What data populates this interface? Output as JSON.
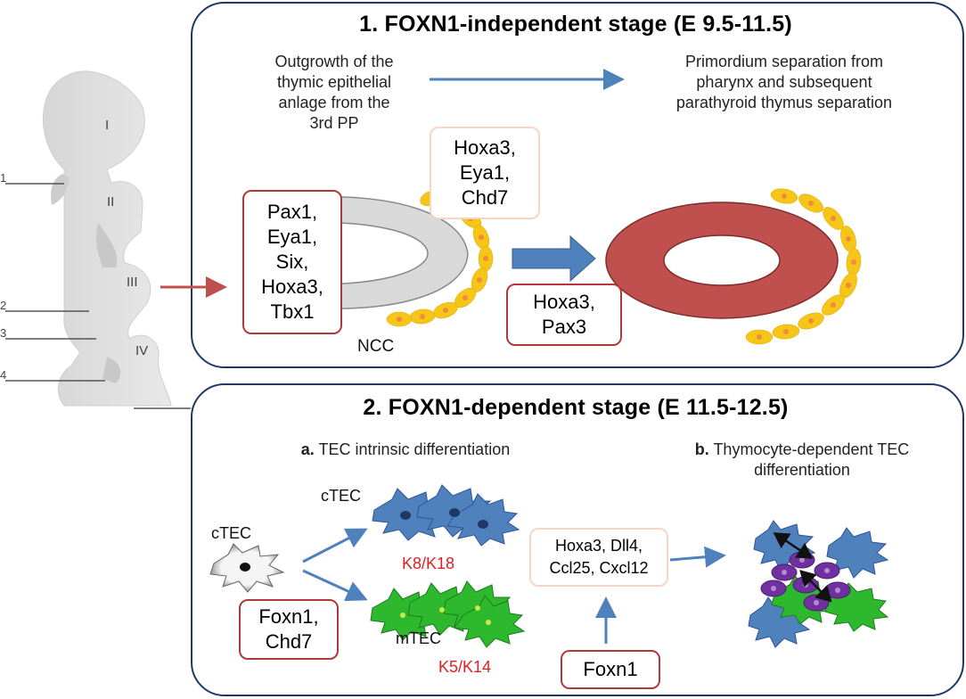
{
  "pharynx": {
    "pouch_numbers": [
      "1",
      "2",
      "3",
      "4"
    ],
    "arch_numerals": [
      "I",
      "II",
      "III",
      "IV"
    ]
  },
  "stage1": {
    "title": "1. FOXN1-independent stage  (E 9.5-11.5)",
    "left_caption": [
      "Outgrowth of the",
      "thymic epithelial",
      "anlage from the",
      "3rd PP"
    ],
    "right_caption": [
      "Primordium  separation from",
      "pharynx and subsequent",
      "parathyroid thymus separation"
    ],
    "genes_main": [
      "Pax1,",
      "Eya1,",
      "Six,",
      "Hoxa3,",
      "Tbx1"
    ],
    "genes_top": [
      "Hoxa3,",
      "Eya1,",
      "Chd7"
    ],
    "genes_arrow": [
      "Hoxa3,",
      "Pax3"
    ],
    "ncc_label": "NCC"
  },
  "stage2": {
    "title": "2. FOXN1-dependent stage (E 11.5-12.5)",
    "subtitle_a_letter": "a.",
    "subtitle_a_text": " TEC intrinsic differentiation",
    "subtitle_b_letter": "b.",
    "subtitle_b_text": " Thymocyte-dependent TEC",
    "subtitle_b_text2": "differentiation",
    "ctec_left_label": "cTEC",
    "ctec_top_label": "cTEC",
    "mtec_label": "mTEC",
    "k8_label": "K8/K18",
    "k5_label": "K5/K14",
    "genes_foxn1_chd7": [
      "Foxn1,",
      "Chd7"
    ],
    "genes_targets": [
      "Hoxa3, Dll4,",
      "Ccl25, Cxcl12"
    ],
    "genes_foxn1": "Foxn1"
  },
  "colors": {
    "panel_border": "#1f3864",
    "arrow_blue": "#4f81bd",
    "arrow_red": "#c0504d",
    "gene_border": "#b03a3a",
    "marker_red": "#e02020",
    "thymus_ring": "#c0504d",
    "ncc_yellow": "#f5c518",
    "ctec_blue": "#4f81bd",
    "mtec_green": "#2eb82e",
    "thymocyte_purple": "#7030a0"
  }
}
